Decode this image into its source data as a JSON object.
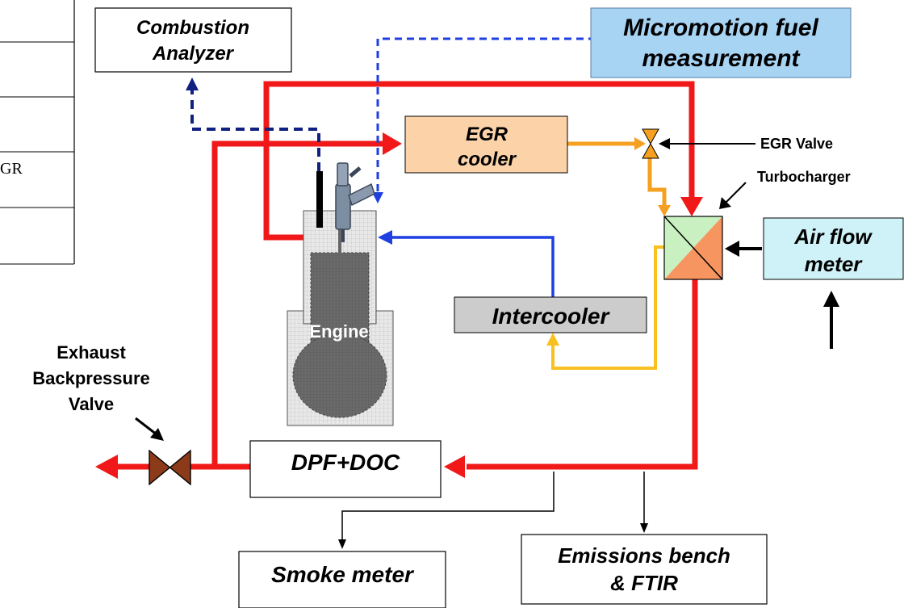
{
  "table_fragment": {
    "row_text": "GR"
  },
  "boxes": {
    "combustion_analyzer": {
      "line1": "Combustion",
      "line2": "Analyzer"
    },
    "micromotion": {
      "line1": "Micromotion fuel",
      "line2": "measurement"
    },
    "egr_cooler": {
      "line1": "EGR",
      "line2": "cooler"
    },
    "intercooler": {
      "label": "Intercooler"
    },
    "air_flow_meter": {
      "line1": "Air flow",
      "line2": "meter"
    },
    "dpf_doc": {
      "label": "DPF+DOC"
    },
    "smoke_meter": {
      "label": "Smoke meter"
    },
    "emissions_bench": {
      "line1": "Emissions bench",
      "line2": "& FTIR"
    }
  },
  "labels": {
    "engine": "Engine",
    "egr_valve": "EGR Valve",
    "turbocharger": "Turbocharger",
    "exhaust_bp_valve": {
      "line1": "Exhaust",
      "line2": "Backpressure",
      "line3": "Valve"
    }
  },
  "colors": {
    "exhaust": "#f01818",
    "egr_flow": "#f5a020",
    "intake_air": "#f8c020",
    "intercooled_air": "#1f3fe0",
    "fuel_signal": "#1f3fe0",
    "analyzer_signal": "#102080",
    "micromotion_fill": "#a8d4f4",
    "egr_cooler_fill": "#fcd2a8",
    "intercooler_fill": "#cccccc",
    "air_flow_fill": "#cff2f8",
    "valve_fill": "#8b3a1a",
    "egr_valve_fill": "#f5a020",
    "turbo_compressor": "#c8f0c0",
    "turbo_turbine": "#f79560"
  }
}
